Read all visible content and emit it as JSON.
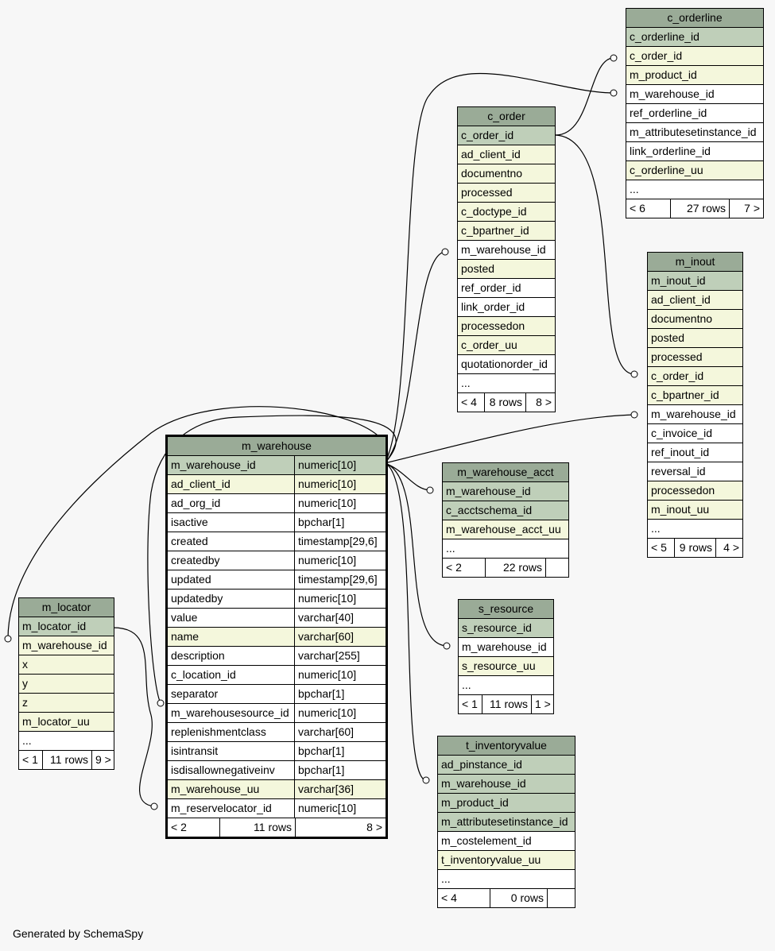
{
  "generated_by": "Generated by SchemaSpy",
  "tables": {
    "c_orderline": {
      "title": "c_orderline",
      "rows": [
        {
          "name": "c_orderline_id",
          "kind": "pk"
        },
        {
          "name": "c_order_id",
          "kind": "fk"
        },
        {
          "name": "m_product_id",
          "kind": "fk"
        },
        {
          "name": "m_warehouse_id",
          "kind": "nb"
        },
        {
          "name": "ref_orderline_id",
          "kind": "nb"
        },
        {
          "name": "m_attributesetinstance_id",
          "kind": "nb"
        },
        {
          "name": "link_orderline_id",
          "kind": "nb"
        },
        {
          "name": "c_orderline_uu",
          "kind": "fk"
        },
        {
          "name": "...",
          "kind": "nb"
        }
      ],
      "footer": [
        "< 6",
        "27 rows",
        "7 >"
      ]
    },
    "c_order": {
      "title": "c_order",
      "rows": [
        {
          "name": "c_order_id",
          "kind": "pk"
        },
        {
          "name": "ad_client_id",
          "kind": "fk"
        },
        {
          "name": "documentno",
          "kind": "fk"
        },
        {
          "name": "processed",
          "kind": "fk"
        },
        {
          "name": "c_doctype_id",
          "kind": "fk"
        },
        {
          "name": "c_bpartner_id",
          "kind": "fk"
        },
        {
          "name": "m_warehouse_id",
          "kind": "nb"
        },
        {
          "name": "posted",
          "kind": "fk"
        },
        {
          "name": "ref_order_id",
          "kind": "nb"
        },
        {
          "name": "link_order_id",
          "kind": "nb"
        },
        {
          "name": "processedon",
          "kind": "fk"
        },
        {
          "name": "c_order_uu",
          "kind": "fk"
        },
        {
          "name": "quotationorder_id",
          "kind": "nb"
        },
        {
          "name": "...",
          "kind": "nb"
        }
      ],
      "footer": [
        "< 4",
        "8 rows",
        "8 >"
      ]
    },
    "m_inout": {
      "title": "m_inout",
      "rows": [
        {
          "name": "m_inout_id",
          "kind": "pk"
        },
        {
          "name": "ad_client_id",
          "kind": "fk"
        },
        {
          "name": "documentno",
          "kind": "fk"
        },
        {
          "name": "posted",
          "kind": "fk"
        },
        {
          "name": "processed",
          "kind": "fk"
        },
        {
          "name": "c_order_id",
          "kind": "fk"
        },
        {
          "name": "c_bpartner_id",
          "kind": "fk"
        },
        {
          "name": "m_warehouse_id",
          "kind": "nb"
        },
        {
          "name": "c_invoice_id",
          "kind": "nb"
        },
        {
          "name": "ref_inout_id",
          "kind": "nb"
        },
        {
          "name": "reversal_id",
          "kind": "nb"
        },
        {
          "name": "processedon",
          "kind": "fk"
        },
        {
          "name": "m_inout_uu",
          "kind": "fk"
        },
        {
          "name": "...",
          "kind": "nb"
        }
      ],
      "footer": [
        "< 5",
        "9 rows",
        "4 >"
      ]
    },
    "m_warehouse": {
      "title": "m_warehouse",
      "rows": [
        {
          "name": "m_warehouse_id",
          "type": "numeric[10]",
          "kind": "pk"
        },
        {
          "name": "ad_client_id",
          "type": "numeric[10]",
          "kind": "fk"
        },
        {
          "name": "ad_org_id",
          "type": "numeric[10]",
          "kind": "nb"
        },
        {
          "name": "isactive",
          "type": "bpchar[1]",
          "kind": "nb"
        },
        {
          "name": "created",
          "type": "timestamp[29,6]",
          "kind": "nb"
        },
        {
          "name": "createdby",
          "type": "numeric[10]",
          "kind": "nb"
        },
        {
          "name": "updated",
          "type": "timestamp[29,6]",
          "kind": "nb"
        },
        {
          "name": "updatedby",
          "type": "numeric[10]",
          "kind": "nb"
        },
        {
          "name": "value",
          "type": "varchar[40]",
          "kind": "nb"
        },
        {
          "name": "name",
          "type": "varchar[60]",
          "kind": "fk"
        },
        {
          "name": "description",
          "type": "varchar[255]",
          "kind": "nb"
        },
        {
          "name": "c_location_id",
          "type": "numeric[10]",
          "kind": "nb"
        },
        {
          "name": "separator",
          "type": "bpchar[1]",
          "kind": "nb"
        },
        {
          "name": "m_warehousesource_id",
          "type": "numeric[10]",
          "kind": "nb"
        },
        {
          "name": "replenishmentclass",
          "type": "varchar[60]",
          "kind": "nb"
        },
        {
          "name": "isintransit",
          "type": "bpchar[1]",
          "kind": "nb"
        },
        {
          "name": "isdisallownegativeinv",
          "type": "bpchar[1]",
          "kind": "nb"
        },
        {
          "name": "m_warehouse_uu",
          "type": "varchar[36]",
          "kind": "fk"
        },
        {
          "name": "m_reservelocator_id",
          "type": "numeric[10]",
          "kind": "nb"
        }
      ],
      "footer": [
        "< 2",
        "11 rows",
        "8 >"
      ]
    },
    "m_warehouse_acct": {
      "title": "m_warehouse_acct",
      "rows": [
        {
          "name": "m_warehouse_id",
          "kind": "pk"
        },
        {
          "name": "c_acctschema_id",
          "kind": "pk"
        },
        {
          "name": "m_warehouse_acct_uu",
          "kind": "fk"
        },
        {
          "name": "...",
          "kind": "nb"
        }
      ],
      "footer": [
        "< 2",
        "22 rows",
        ""
      ]
    },
    "m_locator": {
      "title": "m_locator",
      "rows": [
        {
          "name": "m_locator_id",
          "kind": "pk"
        },
        {
          "name": "m_warehouse_id",
          "kind": "fk"
        },
        {
          "name": "x",
          "kind": "fk"
        },
        {
          "name": "y",
          "kind": "fk"
        },
        {
          "name": "z",
          "kind": "fk"
        },
        {
          "name": "m_locator_uu",
          "kind": "fk"
        },
        {
          "name": "...",
          "kind": "nb"
        }
      ],
      "footer": [
        "< 1",
        "11 rows",
        "9 >"
      ]
    },
    "s_resource": {
      "title": "s_resource",
      "rows": [
        {
          "name": "s_resource_id",
          "kind": "pk"
        },
        {
          "name": "m_warehouse_id",
          "kind": "nb"
        },
        {
          "name": "s_resource_uu",
          "kind": "fk"
        },
        {
          "name": "...",
          "kind": "nb"
        }
      ],
      "footer": [
        "< 1",
        "11 rows",
        "1 >"
      ]
    },
    "t_inventoryvalue": {
      "title": "t_inventoryvalue",
      "rows": [
        {
          "name": "ad_pinstance_id",
          "kind": "pk"
        },
        {
          "name": "m_warehouse_id",
          "kind": "pk"
        },
        {
          "name": "m_product_id",
          "kind": "pk"
        },
        {
          "name": "m_attributesetinstance_id",
          "kind": "pk"
        },
        {
          "name": "m_costelement_id",
          "kind": "nb"
        },
        {
          "name": "t_inventoryvalue_uu",
          "kind": "fk"
        },
        {
          "name": "...",
          "kind": "nb"
        }
      ],
      "footer": [
        "< 4",
        "0 rows",
        ""
      ]
    }
  }
}
